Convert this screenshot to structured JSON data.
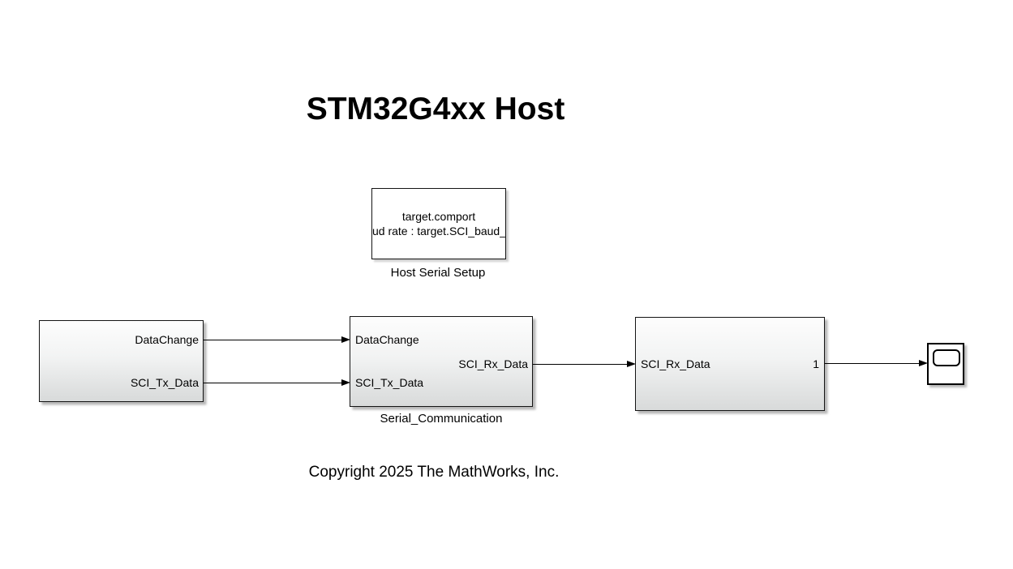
{
  "title": "STM32G4xx Host",
  "copyright": "Copyright 2025 The MathWorks, Inc.",
  "colors": {
    "background": "#ffffff",
    "block_border": "#141414",
    "block_gradient_top": "#fdfdfd",
    "block_gradient_bottom": "#d8dada",
    "wire": "#000000",
    "text": "#000000"
  },
  "blocks": {
    "host_serial_setup": {
      "name": "Host Serial Setup",
      "display_line1": "target.comport",
      "display_line2": "ud rate : target.SCI_baud_"
    },
    "source": {
      "output_ports": [
        "DataChange",
        "SCI_Tx_Data"
      ]
    },
    "serial_communication": {
      "name": "Serial_Communication",
      "input_ports": [
        "DataChange",
        "SCI_Tx_Data"
      ],
      "output_ports": [
        "SCI_Rx_Data"
      ]
    },
    "receiver": {
      "input_ports": [
        "SCI_Rx_Data"
      ],
      "output_ports": [
        "1"
      ]
    },
    "scope": {
      "type": "Scope"
    }
  }
}
